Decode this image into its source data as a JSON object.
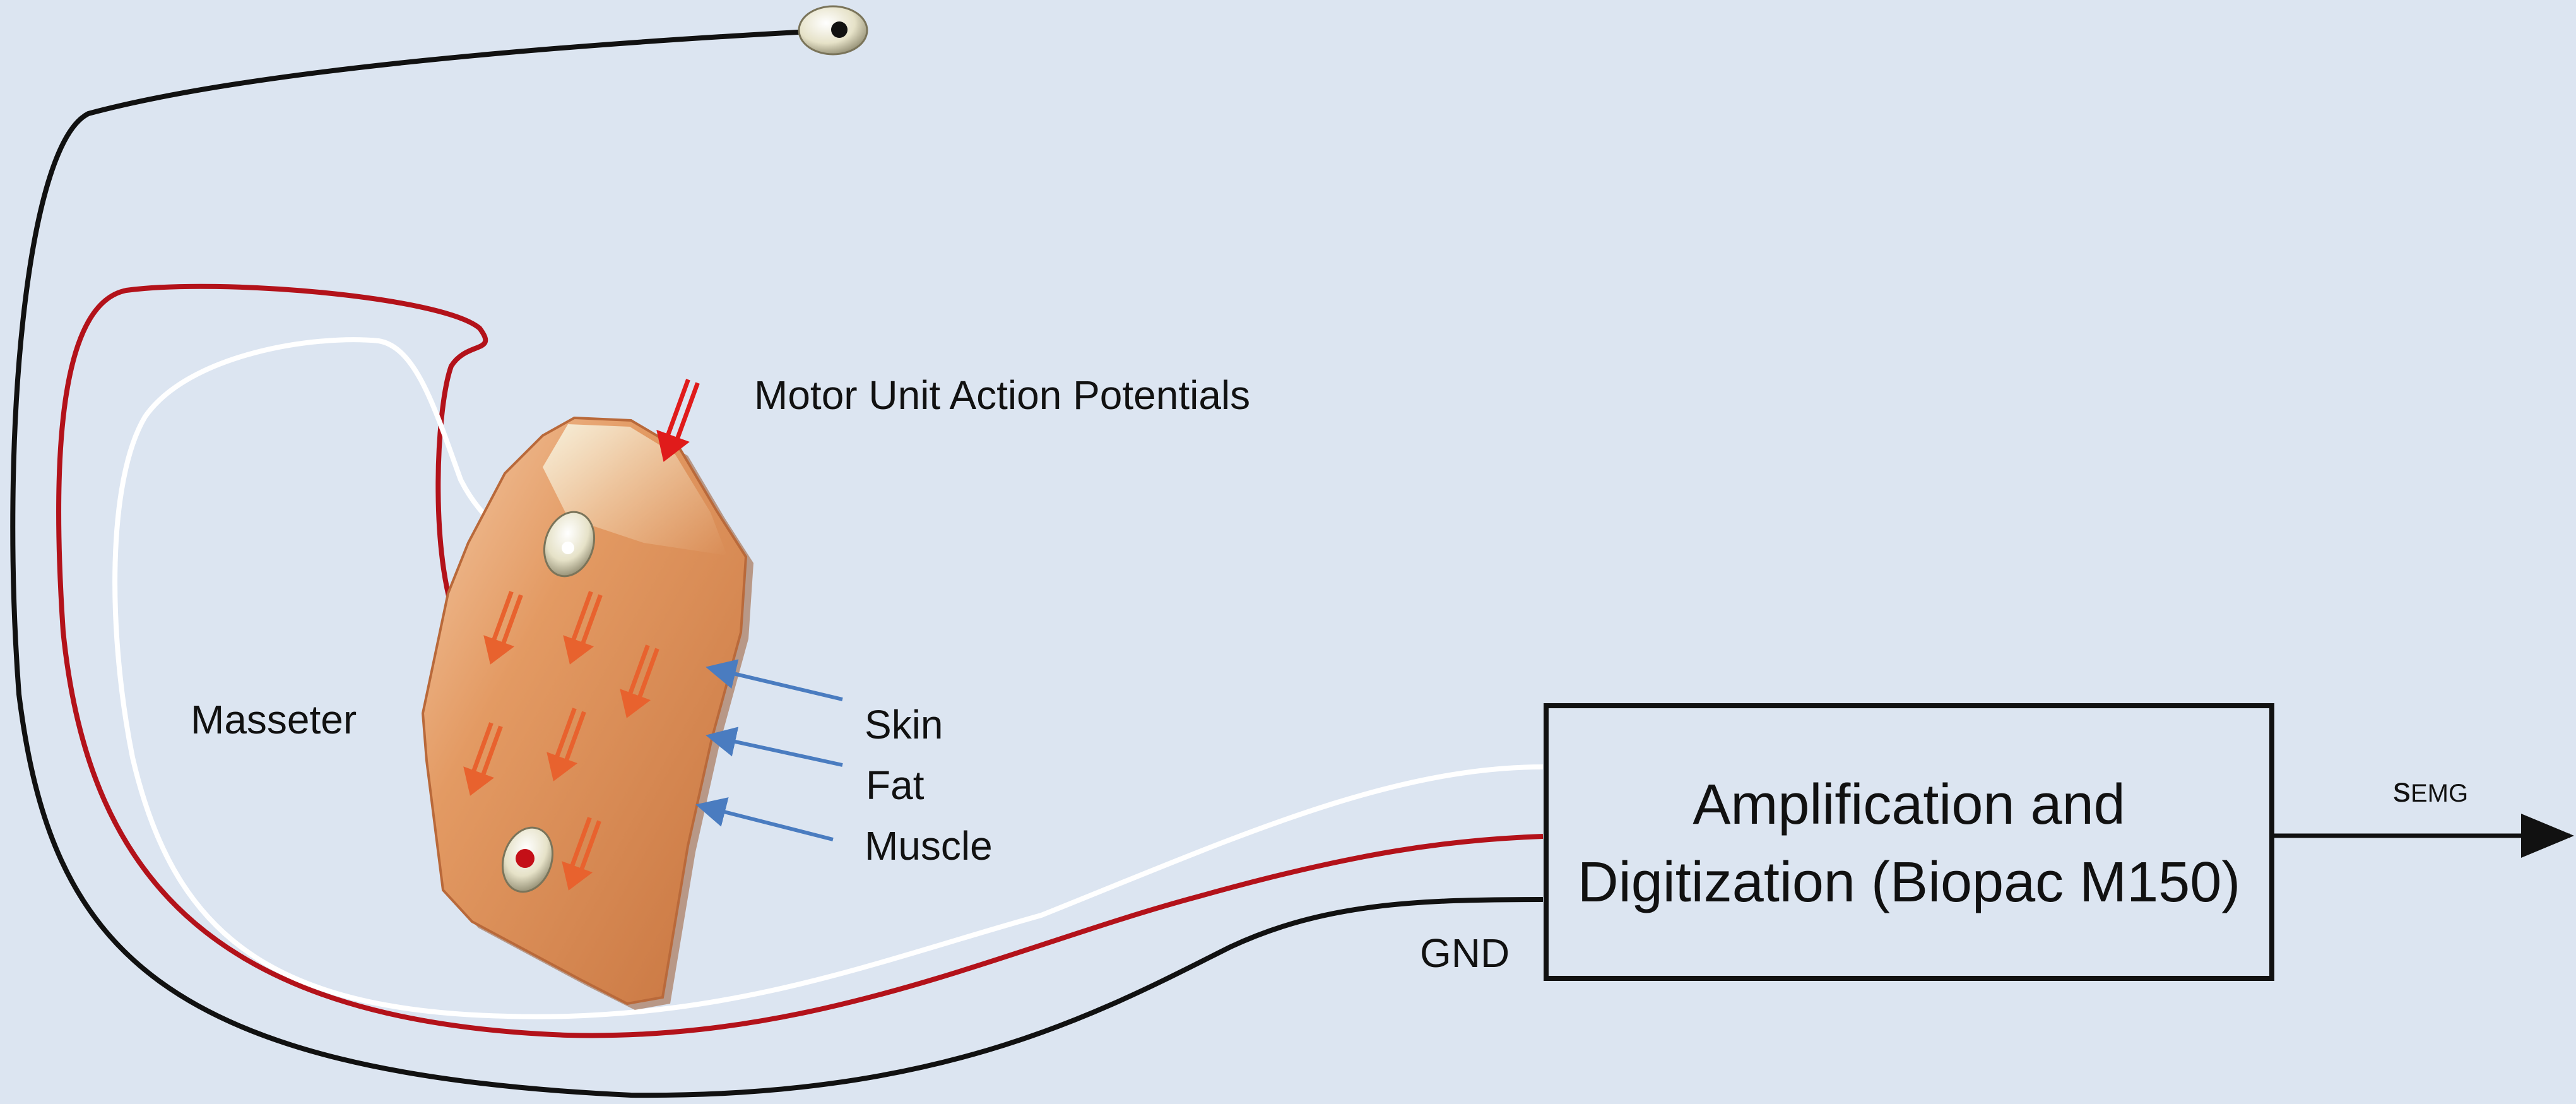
{
  "labels": {
    "motor_units": "Motor Unit Action Potentials",
    "masseter": "Masseter",
    "skin": "Skin",
    "fat": "Fat",
    "muscle": "Muscle",
    "gnd": "GND"
  },
  "box": {
    "line1": "Amplification and",
    "line2": "Digitization (Biopac M150)"
  },
  "output_signal": {
    "symbol": "s",
    "subscript": "EMG"
  },
  "colors": {
    "background": "#dce5f1",
    "wire_black": "#111111",
    "wire_red": "#b3121a",
    "wire_white": "#ffffff",
    "muscle_fill": "#d98a55",
    "potential_arrow": "#e8622e",
    "layer_arrow": "#4a7cc0",
    "motor_arrow": "#e01b1b"
  },
  "icons": {
    "electrode": "electrode-disc-icon",
    "reference_electrode": "electrode-disc-icon"
  }
}
